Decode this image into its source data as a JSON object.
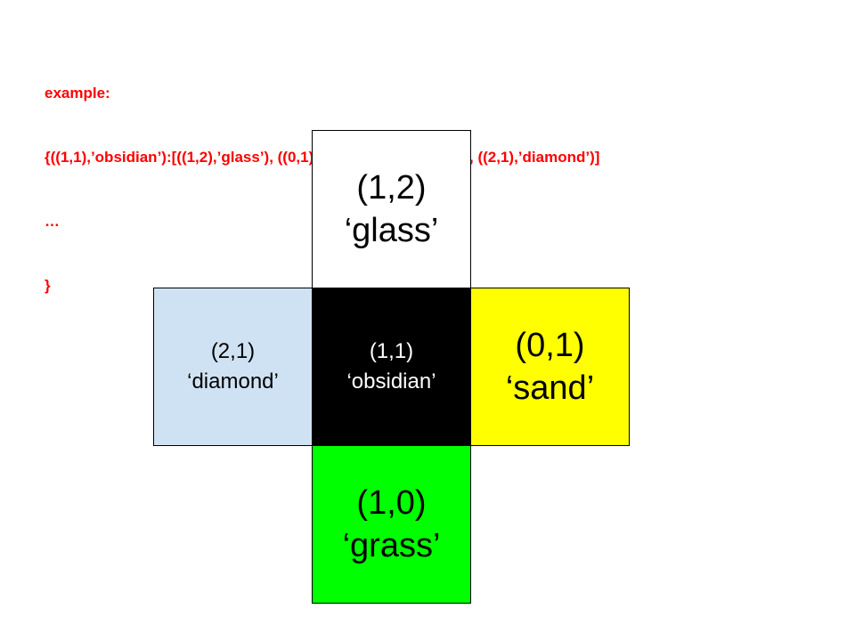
{
  "example": {
    "lines": [
      "example:",
      "{((1,1),’obsidian’):[((1,2),’glass’), ((0,1),‘sand’), ((1,0),’grass’), ((2,1),’diamond’)]",
      "…",
      "}"
    ],
    "color": "#ff0000"
  },
  "cells": {
    "top": {
      "coord": "(1,2)",
      "name": "‘glass’",
      "bg": "#ffffff",
      "text_color": "#000000"
    },
    "left": {
      "coord": "(2,1)",
      "name": "‘diamond’",
      "bg": "#cfe2f3",
      "text_color": "#000000"
    },
    "center": {
      "coord": "(1,1)",
      "name": "‘obsidian’",
      "bg": "#000000",
      "text_color": "#ffffff"
    },
    "right": {
      "coord": "(0,1)",
      "name": "‘sand’",
      "bg": "#ffff00",
      "text_color": "#000000"
    },
    "bottom": {
      "coord": "(1,0)",
      "name": "‘grass’",
      "bg": "#00ff00",
      "text_color": "#000000"
    }
  }
}
